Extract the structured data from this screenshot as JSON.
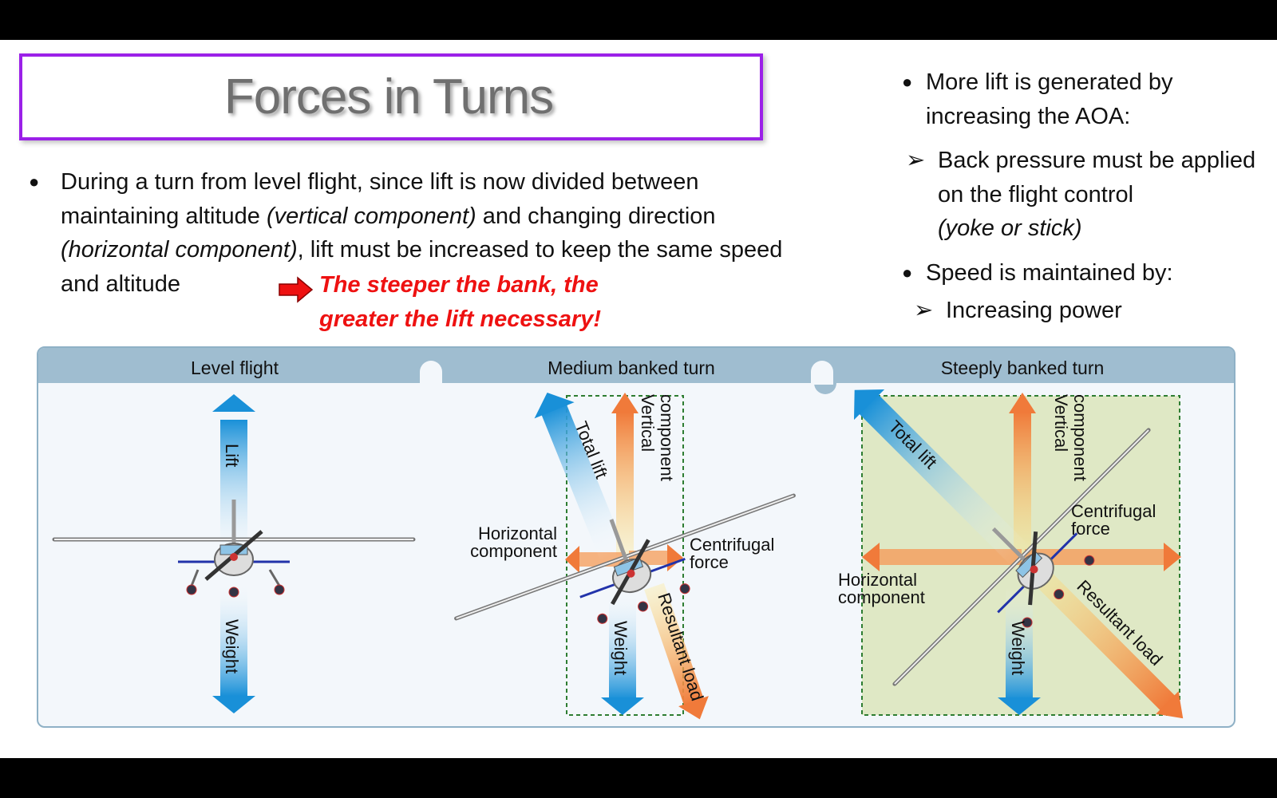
{
  "title": "Forces in Turns",
  "main_bullet": {
    "part1": "During a turn from level flight, since lift is now divided between maintaining altitude ",
    "italic1": "(vertical component)",
    "part2": " and changing direction ",
    "italic2": "(horizontal component)",
    "part3": ", lift must be increased to keep the same speed and altitude",
    "emphasis_line1": "The steeper the bank, the",
    "emphasis_line2": "greater the lift necessary!"
  },
  "right_bullets": {
    "b1": "More lift is generated by increasing the AOA:",
    "b1_sub": "Back pressure must be applied on the flight control",
    "b1_sub_italic": "(yoke or stick)",
    "b2": "Speed is maintained by:",
    "b2_sub": "Increasing power"
  },
  "diagram": {
    "panels": [
      "Level flight",
      "Medium banked turn",
      "Steeply banked turn"
    ],
    "labels": {
      "lift": "Lift",
      "weight": "Weight",
      "total_lift": "Total lift",
      "vertical_component": "Vertical component",
      "horizontal_component": "Horizontal component",
      "centrifugal_force": "Centrifugal force",
      "resultant_load": "Resultant load"
    },
    "bank_angles_deg": [
      0,
      20,
      45
    ],
    "colors": {
      "header": "#9fbdd0",
      "lift_blue": "#1990d8",
      "force_orange": "#f08a40",
      "green_box": "#2e7d32"
    }
  }
}
